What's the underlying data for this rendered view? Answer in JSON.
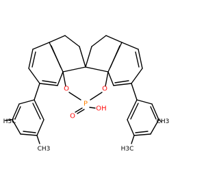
{
  "molecule": {
    "bond_color": "#000000",
    "label_colors": {
      "O": "#ff0d0d",
      "P": "#ff8000",
      "C": "#000000"
    },
    "atom_labels": {
      "o_left": "O",
      "o_right": "O",
      "o_double": "O",
      "p_center": "P",
      "oh": "OH",
      "me_left_top": "H3C",
      "me_left_bottom": "CH3",
      "me_right_top": "CH3",
      "me_right_bottom": "H3C"
    }
  }
}
